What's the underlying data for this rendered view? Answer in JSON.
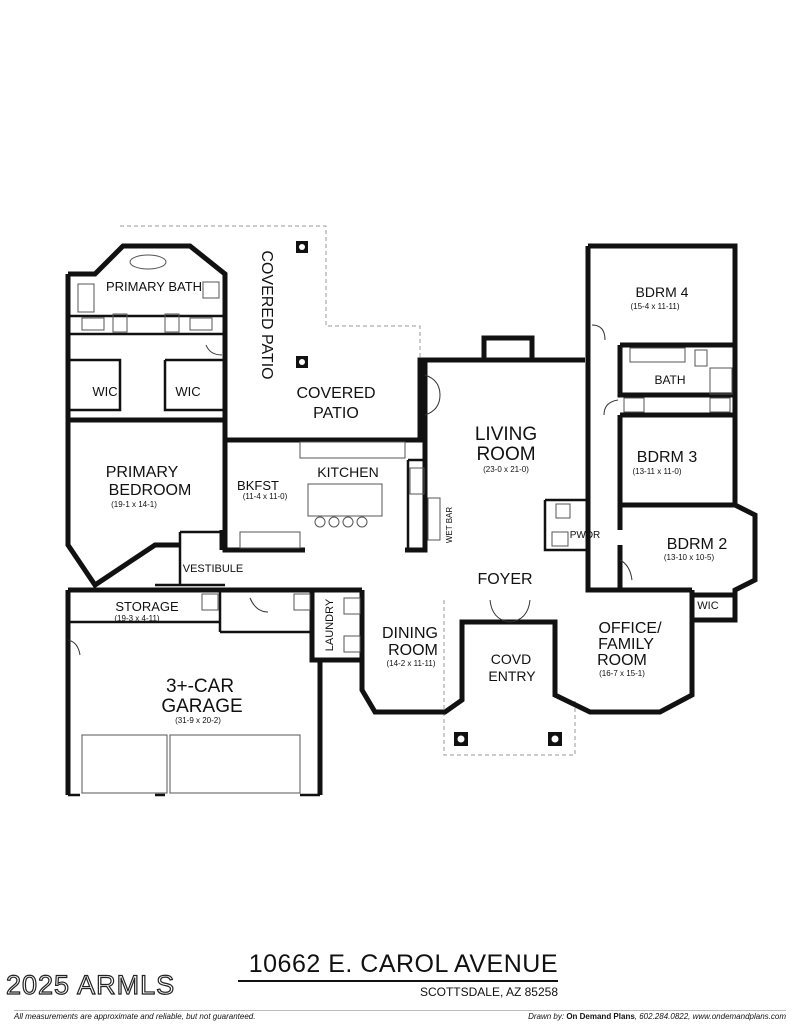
{
  "rooms": {
    "primary_bath": "PRIMARY BATH",
    "wic_left": "WIC",
    "wic_right": "WIC",
    "covered_patio_vertical": "COVERED PATIO",
    "covered_patio_1": "COVERED",
    "covered_patio_2": "PATIO",
    "primary_bedroom_1": "PRIMARY",
    "primary_bedroom_2": "BEDROOM",
    "primary_bedroom_dim": "(19-1 x 14-1)",
    "bkfst": "BKFST",
    "bkfst_dim": "(11-4 x 11-0)",
    "kitchen": "KITCHEN",
    "living_1": "LIVING",
    "living_2": "ROOM",
    "living_dim": "(23-0 x 21-0)",
    "wet_bar": "WET BAR",
    "bdrm4": "BDRM 4",
    "bdrm4_dim": "(15-4 x 11-11)",
    "bath": "BATH",
    "bdrm3": "BDRM 3",
    "bdrm3_dim": "(13-11 x 11-0)",
    "pwdr": "PWDR",
    "bdrm2": "BDRM 2",
    "bdrm2_dim": "(13-10 x 10-5)",
    "wic_bdrm2": "WIC",
    "vestibule": "VESTIBULE",
    "foyer": "FOYER",
    "storage": "STORAGE",
    "storage_dim": "(19-3 x 4-11)",
    "laundry": "LAUNDRY",
    "dining_1": "DINING",
    "dining_2": "ROOM",
    "dining_dim": "(14-2 x 11-11)",
    "covd_entry_1": "COVD",
    "covd_entry_2": "ENTRY",
    "office_1": "OFFICE/",
    "office_2": "FAMILY",
    "office_3": "ROOM",
    "office_dim": "(16-7 x 15-1)",
    "garage_1": "3+-CAR",
    "garage_2": "GARAGE",
    "garage_dim": "(31-9 x 20-2)"
  },
  "title": {
    "address": "10662 E. CAROL AVENUE",
    "city": "SCOTTSDALE, AZ 85258"
  },
  "watermark": "2025 ARMLS",
  "footer": {
    "disclaimer": "All measurements are approximate and reliable, but not guaranteed.",
    "drawn_by_label": "Drawn by:",
    "drawn_by_company": "On Demand Plans",
    "drawn_by_contact": ", 602.284.0822, www.ondemandplans.com"
  }
}
